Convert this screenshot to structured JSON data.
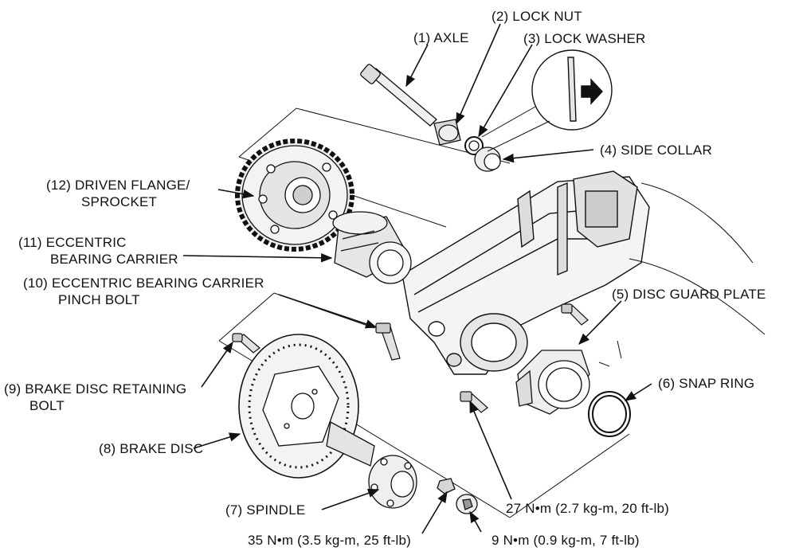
{
  "labels": {
    "axle": "(1) AXLE",
    "lock_nut": "(2) LOCK NUT",
    "lock_washer": "(3) LOCK WASHER",
    "side_collar": "(4) SIDE COLLAR",
    "disc_guard_plate": "(5) DISC GUARD PLATE",
    "snap_ring": "(6) SNAP RING",
    "spindle": "(7) SPINDLE",
    "brake_disc": "(8) BRAKE DISC",
    "brake_disc_retaining_bolt_1": "(9) BRAKE DISC RETAINING",
    "brake_disc_retaining_bolt_2": "BOLT",
    "pinch_bolt_1": "(10) ECCENTRIC BEARING CARRIER",
    "pinch_bolt_2": "PINCH BOLT",
    "eccentric_bearing_carrier_1": "(11) ECCENTRIC",
    "eccentric_bearing_carrier_2": "BEARING CARRIER",
    "driven_flange_1": "(12) DRIVEN FLANGE/",
    "driven_flange_2": "SPROCKET"
  },
  "torques": {
    "t27": "27 N•m (2.7 kg-m, 20 ft-lb)",
    "t35": "35 N•m (3.5 kg-m, 25 ft-lb)",
    "t9": "9 N•m (0.9 kg-m, 7 ft-lb)"
  },
  "colors": {
    "ink": "#111111",
    "paper": "#ffffff",
    "shade": "#cfcfcf"
  }
}
